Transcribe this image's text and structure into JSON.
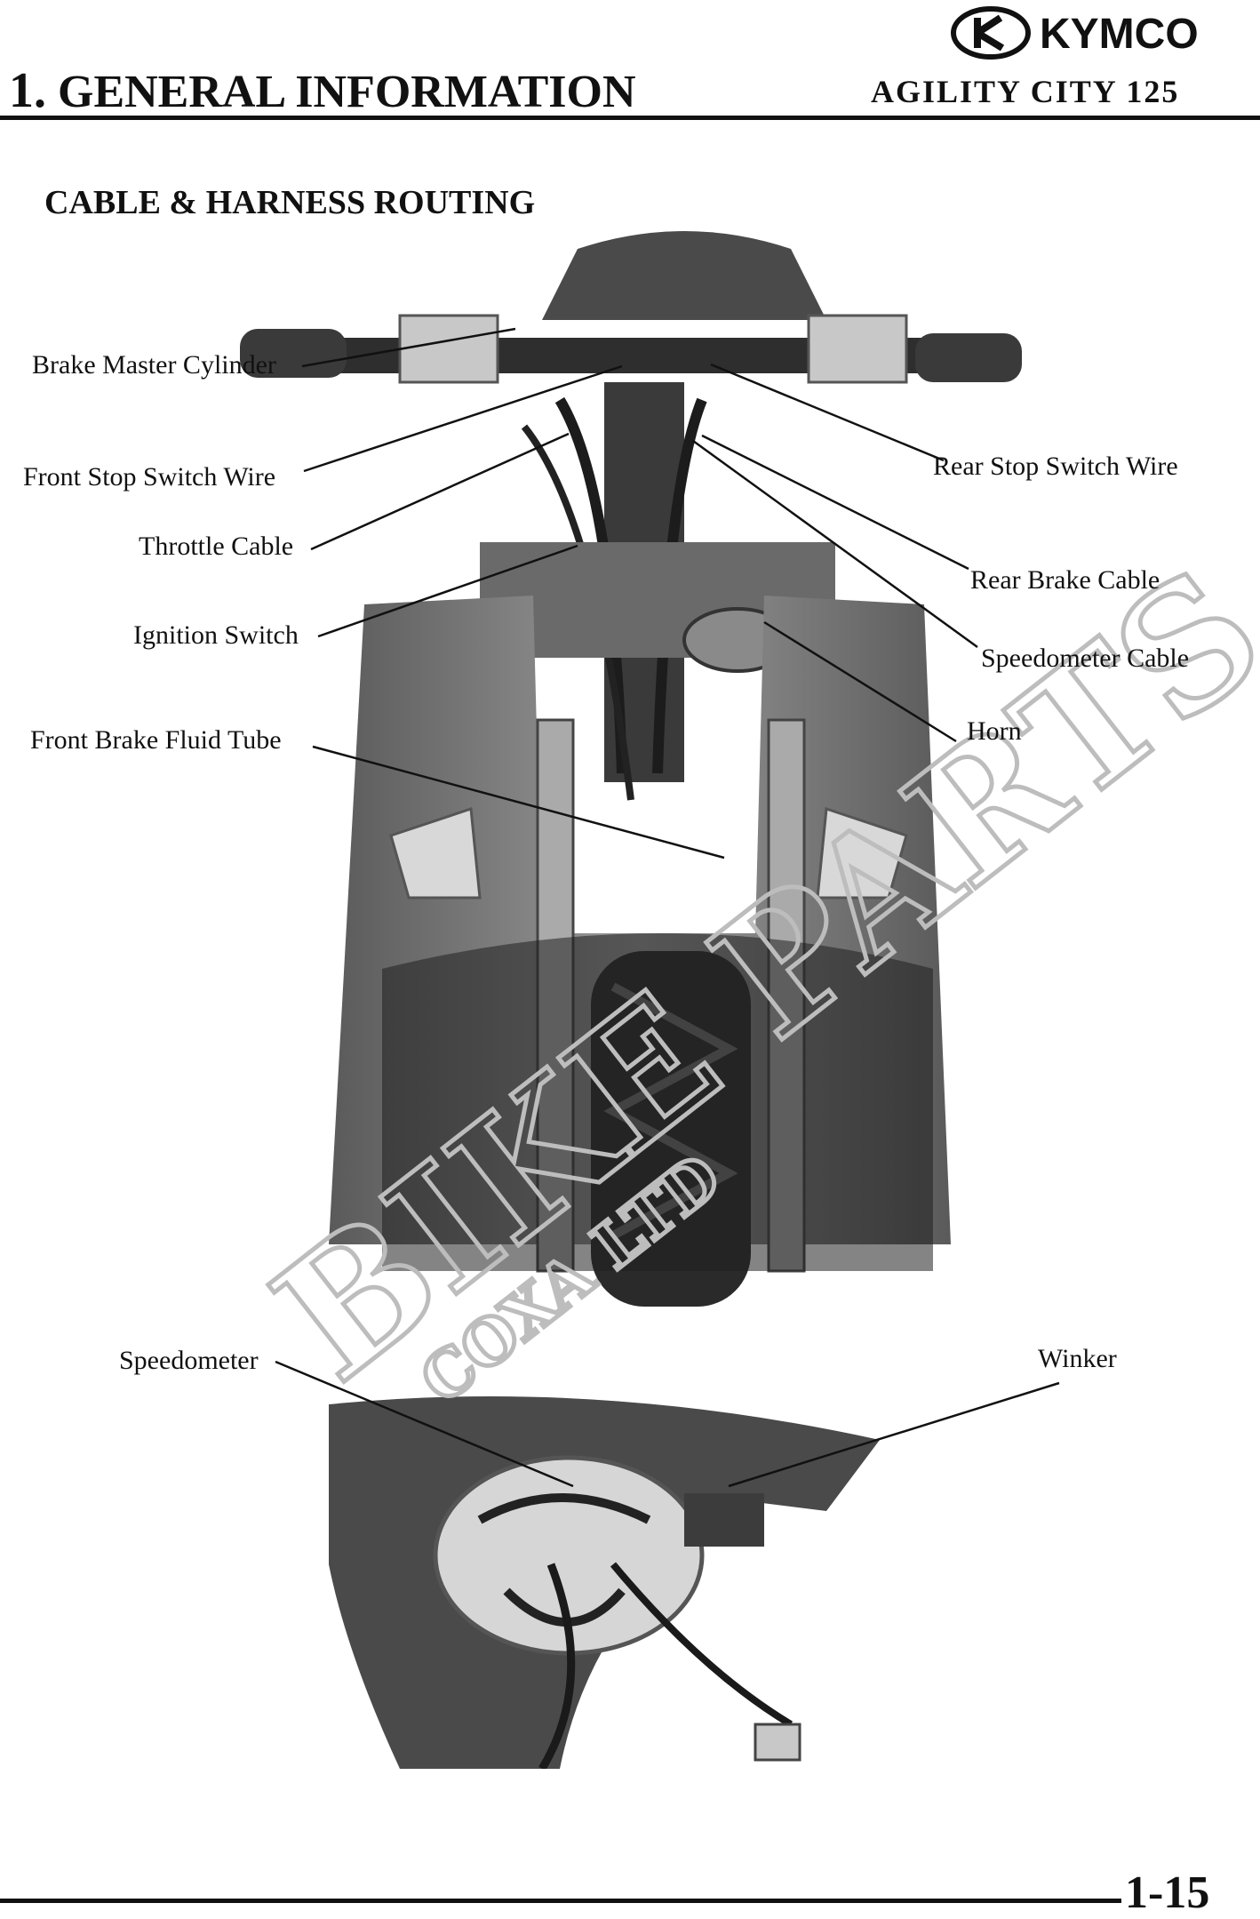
{
  "header": {
    "brand": "KYMCO",
    "section_number": "1.",
    "section_title": "GENERAL INFORMATION",
    "model": "AGILITY CITY 125"
  },
  "page_heading": "CABLE & HARNESS ROUTING",
  "callouts_top": {
    "brake_master_cylinder": "Brake Master Cylinder",
    "front_stop_switch_wire": "Front Stop Switch Wire",
    "throttle_cable": "Throttle Cable",
    "ignition_switch": "Ignition Switch",
    "front_brake_fluid_tube": "Front Brake Fluid Tube",
    "rear_stop_switch_wire": "Rear Stop Switch Wire",
    "rear_brake_cable": "Rear Brake Cable",
    "speedometer_cable": "Speedometer Cable",
    "horn": "Horn"
  },
  "callouts_bottom": {
    "speedometer": "Speedometer",
    "winker": "Winker"
  },
  "watermark": {
    "main": "BIKE PARTS",
    "sub": "COXA LTD"
  },
  "footer": {
    "page_number": "1-15"
  },
  "colors": {
    "ink": "#111111",
    "photo_dark": "#3a3a3a",
    "photo_mid": "#7a7a7a",
    "photo_light": "#c8c8c8",
    "watermark": "#bdbdbd"
  }
}
